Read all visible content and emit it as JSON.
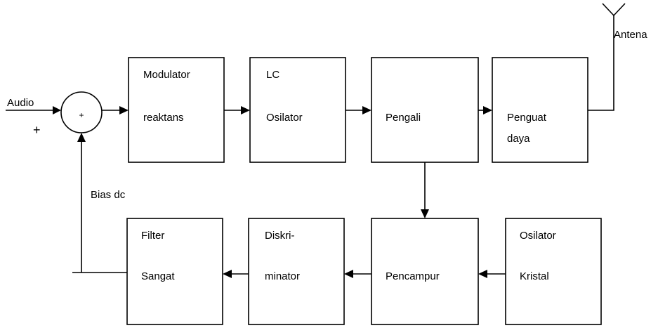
{
  "diagram": {
    "input_label": "Audio",
    "input_sign": "+",
    "summer_sign": "+",
    "feedback_label": "Bias dc",
    "antenna_label": "Antena",
    "blocks": {
      "modulator": {
        "line1": "Modulator",
        "line2": "reaktans"
      },
      "lc_osc": {
        "line1": "LC",
        "line2": "Osilator"
      },
      "multiplier": {
        "line1": "Pengali"
      },
      "power_amp": {
        "line1": "Penguat",
        "line2": "daya"
      },
      "filter": {
        "line1": "Filter",
        "line2": "Sangat"
      },
      "discriminator": {
        "line1": "Diskri-",
        "line2": "minator"
      },
      "mixer": {
        "line1": "Pencampur"
      },
      "crystal_osc": {
        "line1": "Osilator",
        "line2": "Kristal"
      }
    }
  }
}
